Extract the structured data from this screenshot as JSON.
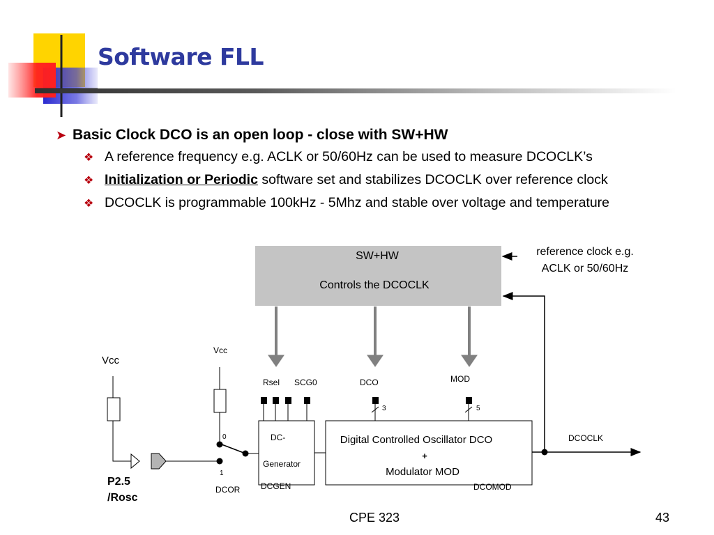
{
  "slide": {
    "title": "Software FLL",
    "bullet_main": "Basic Clock DCO is an open loop - close with SW+HW",
    "sub_bullets": [
      {
        "emphasis": "",
        "text": "A reference frequency e.g. ACLK or 50/60Hz can be used to measure DCOCLK’s"
      },
      {
        "emphasis": "Initialization or Periodic",
        "text": " software set and stabilizes DCOCLK over reference clock"
      },
      {
        "emphasis": "",
        "text": "DCOCLK is programmable 100kHz - 5Mhz and stable over voltage and temperature"
      }
    ],
    "footer_course": "CPE 323",
    "page_number": "43"
  },
  "diagram": {
    "control_box_line1": "SW+HW",
    "control_box_line2": "Controls the DCOCLK",
    "ref_clock_line1": "reference clock e.g.",
    "ref_clock_line2": "ACLK or 50/60Hz",
    "vcc_left": "Vcc",
    "vcc_right": "Vcc",
    "rsel": "Rsel",
    "scg0": "SCG0",
    "dco": "DCO",
    "mod": "MOD",
    "bus_width_dco": "3",
    "bus_width_mod": "5",
    "switch_pos0": "0",
    "switch_pos1": "1",
    "dcor": "DCOR",
    "pin_line1": "P2.5",
    "pin_line2": "/Rosc",
    "dcgen_line1": "DC-",
    "dcgen_line2": "Generator",
    "dcgen_label": "DCGEN",
    "osc_line1": "Digital Controlled Oscillator DCO",
    "osc_plus": "+",
    "osc_line2": "Modulator  MOD",
    "dcomod_label": "DCOMOD",
    "dcoclk": "DCOCLK"
  },
  "colors": {
    "title": "#2e3a9e",
    "bullet_marker": "#b8000f",
    "control_box_fill": "#c4c4c4",
    "arrow_gray": "#808080",
    "deco_yellow": "#ffd700",
    "deco_red": "#ff3030",
    "deco_blue": "#3333cc"
  }
}
